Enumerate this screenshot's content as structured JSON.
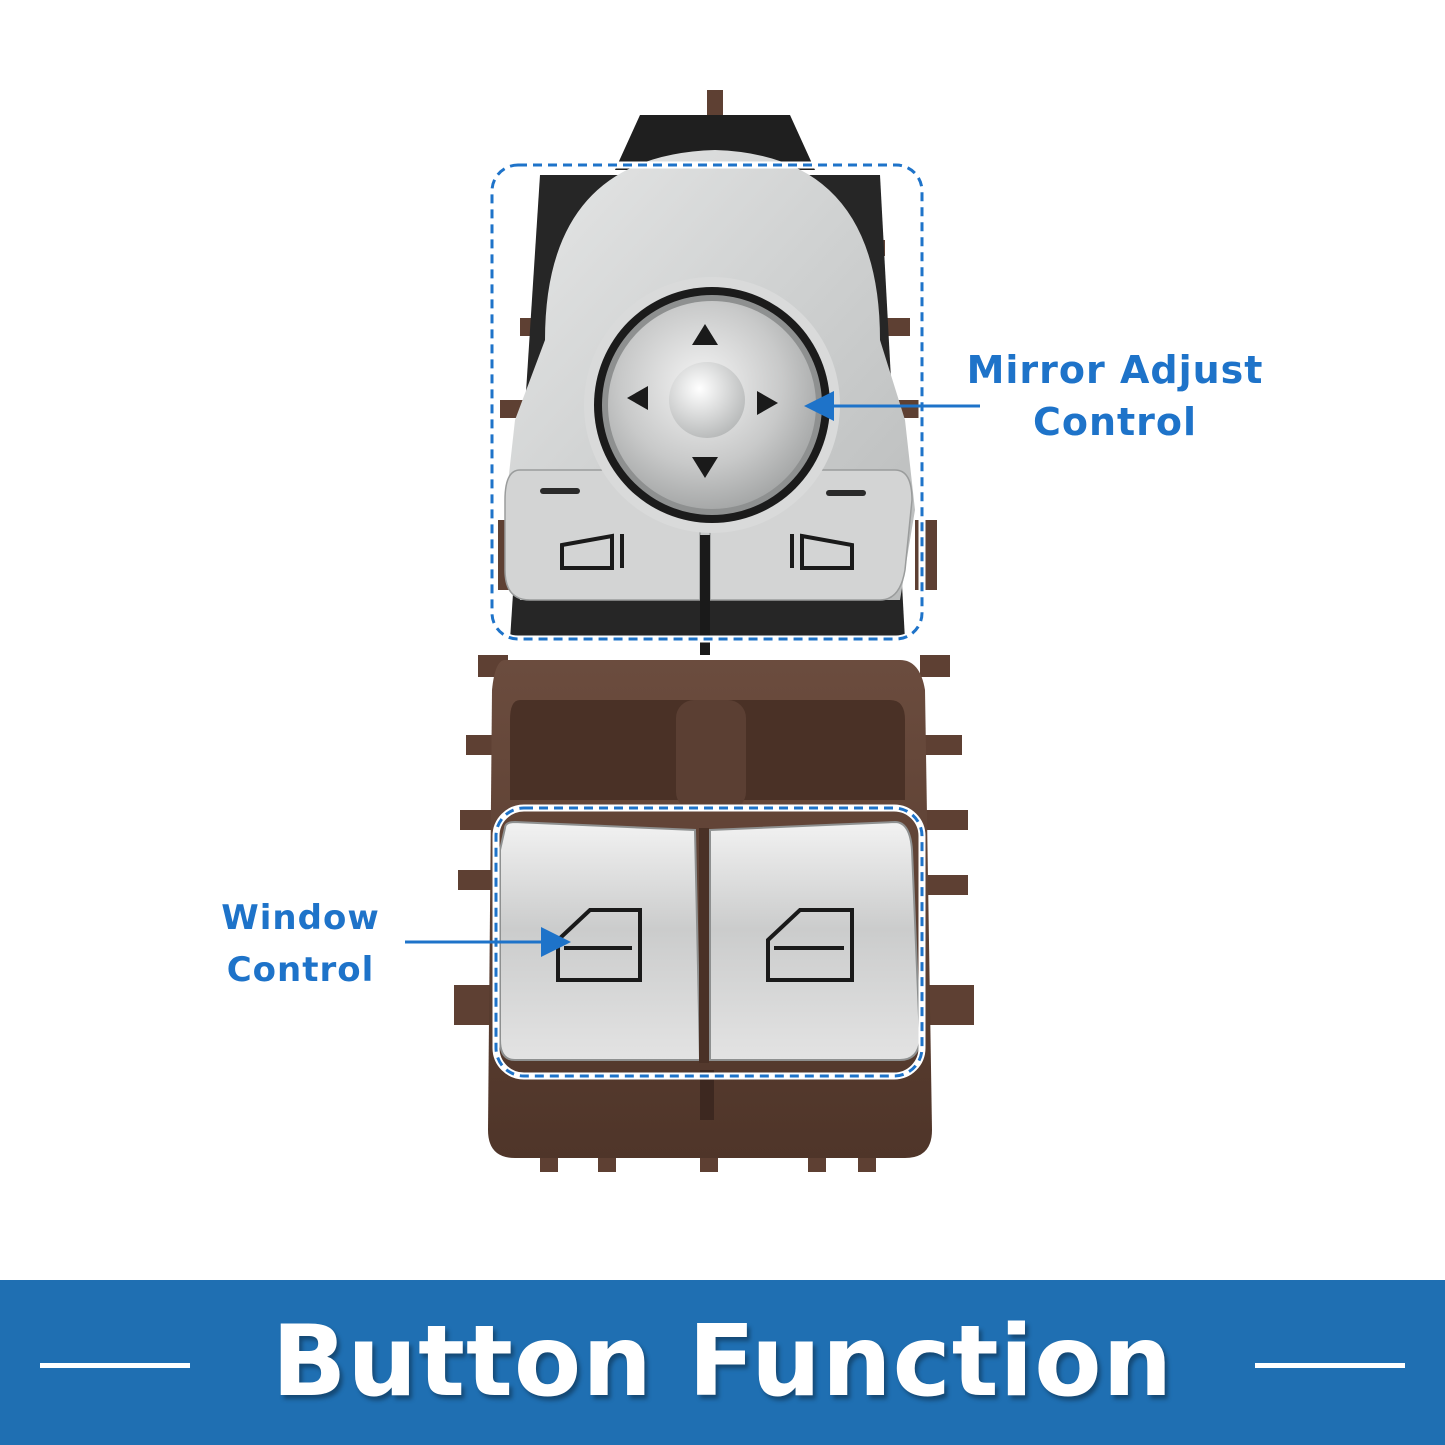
{
  "callouts": {
    "mirror": {
      "line1": "Mirror Adjust",
      "line2": "Control"
    },
    "window": {
      "line1": "Window",
      "line2": "Control"
    }
  },
  "banner": {
    "title": "Button Function"
  },
  "colors": {
    "accent": "#1e73c9",
    "banner": "#1f6fb2",
    "housing": "#5a3d31",
    "silver": "#d6d7d7"
  },
  "icons": {
    "joystick": [
      "arrow-up-icon",
      "arrow-down-icon",
      "arrow-left-icon",
      "arrow-right-icon"
    ],
    "mirror_select": [
      "left-mirror-icon",
      "right-mirror-icon"
    ],
    "window": [
      "left-window-icon",
      "right-window-icon"
    ]
  }
}
